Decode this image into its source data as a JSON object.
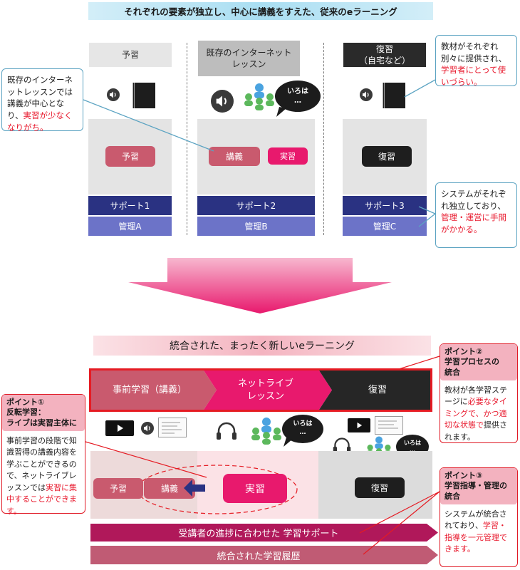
{
  "top": {
    "banner": "それぞれの要素が独立し、中心に講義をすえた、従来のeラーニング",
    "col_a": {
      "head": "予習",
      "pill": "予習",
      "support": "サポート1",
      "manage": "管理A"
    },
    "col_b": {
      "head": "既存のインターネット\nレッスン",
      "pill1": "講義",
      "pill2": "実習",
      "support": "サポート2",
      "manage": "管理B"
    },
    "col_c": {
      "head": "復習\n（自宅など）",
      "pill": "復習",
      "support": "サポート3",
      "manage": "管理C"
    },
    "bubble": "いろは\n…",
    "callout_left": {
      "text": "既存のインターネットレッスンでは講義が中心となり、",
      "red": "実習が少なくなりがち。"
    },
    "callout_right_top": {
      "text": "教材がそれぞれ別々に提供され、",
      "red": "学習者にとって使いづらい。"
    },
    "callout_right_bottom": {
      "text": "システムがそれぞれ独立しており、",
      "red": "管理・運営に手間がかかる。"
    }
  },
  "bottom": {
    "banner": "統合された、まったく新しいeラーニング",
    "process": {
      "step1": "事前学習（講義）",
      "step2": "ネットライブ\nレッスン",
      "step3": "復習"
    },
    "pill_yoshu": "予習",
    "pill_kougi": "講義",
    "pill_jisshu": "実習",
    "pill_fukushu": "復習",
    "ribbon_support": "受講者の進捗に合わせた 学習サポート",
    "ribbon_history": "統合された学習履歴",
    "bubble": "いろは\n…",
    "point1": {
      "title": "ポイント①\n反転学習：\nライブは実習主体に",
      "text": "事前学習の段階で知識習得の講義内容を学ぶことができるので、ネットライブレッスンでは",
      "red": "実習に集中することができます。"
    },
    "point2": {
      "title": "ポイント②\n学習プロセスの\n統合",
      "text": "教材が各学習ステージに",
      "red": "必要なタイミングで、かつ適切な状態で",
      "text2": "提供されます。"
    },
    "point3": {
      "title": "ポイント③\n学習指導・管理の\n統合",
      "text": "システムが統合されており、",
      "red": "学習・指導を一元管理できます。"
    }
  },
  "colors": {
    "support_dark": "#2a3282",
    "manage_light": "#6c73c8",
    "accent_red": "#e51b23",
    "pink_pill": "#c95a6e",
    "magenta": "#e8196d",
    "callout_border": "#5ba3c2"
  }
}
